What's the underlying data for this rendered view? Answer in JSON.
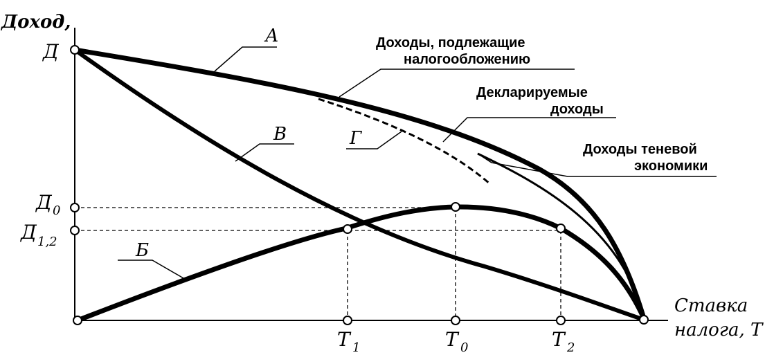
{
  "axes": {
    "y_label": "Доход,",
    "x_label_line1": "Ставка",
    "x_label_line2": "налога, T"
  },
  "y_ticks": {
    "d": "Д",
    "d0_main": "Д",
    "d0_sub": "0",
    "d12_main": "Д",
    "d12_sub": "1,2"
  },
  "x_ticks": {
    "t1_main": "T",
    "t1_sub": "1",
    "t0_main": "T",
    "t0_sub": "0",
    "t2_main": "T",
    "t2_sub": "2"
  },
  "curve_letters": {
    "a": "А",
    "b": "Б",
    "v": "В",
    "g": "Г"
  },
  "annotations": {
    "taxable_line1": "Доходы, подлежащие",
    "taxable_line2": "налогообложению",
    "declared_line1": "Декларируемые",
    "declared_line2": "доходы",
    "shadow_line1": "Доходы теневой",
    "shadow_line2": "экономики"
  }
}
